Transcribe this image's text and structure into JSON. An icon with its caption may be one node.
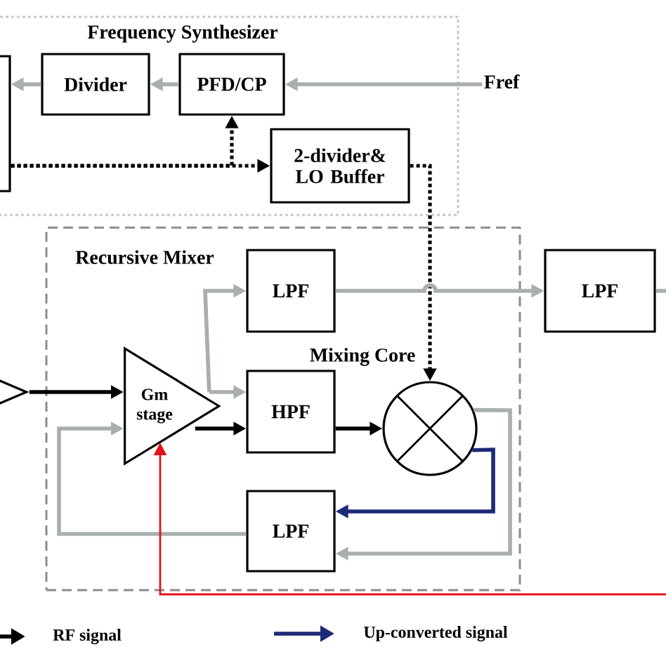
{
  "diagram": {
    "nodes": [
      {
        "text": [
          "Frequency Synthesizer"
        ]
      },
      {
        "text": [
          "Divider"
        ],
        "in": 0
      },
      {
        "text": [
          "PFD/CP"
        ],
        "in": 0
      },
      {
        "text": [
          "2-divider& LO Buffer"
        ],
        "in": 0
      },
      {
        "text": [],
        "shape": "box",
        "in": 0
      },
      {
        "text": [
          "Fref"
        ]
      },
      {
        "text": [
          "Recursive Mixer"
        ]
      },
      {
        "text": [
          "LPF"
        ],
        "in": 6
      },
      {
        "text": [
          "LPF"
        ]
      },
      {
        "text": [
          "Gm stage"
        ],
        "in": 6
      },
      {
        "text": [
          "HPF"
        ],
        "in": 6
      },
      {
        "text": [],
        "shape": "circle",
        "beside": [
          "Mixing Core"
        ],
        "in": 6
      },
      {
        "text": [
          "LPF"
        ],
        "in": 6
      },
      {
        "text": [],
        "shape": "triangle"
      }
    ],
    "edges": [
      {
        "from": 5,
        "to": 2,
        "arrow": "to"
      },
      {
        "from": 2,
        "to": 1,
        "arrow": "to"
      },
      {
        "from": 1,
        "to": 4,
        "arrow": "to"
      },
      {
        "from": 4,
        "to": 3,
        "arrow": "to",
        "style": "dashed",
        "color": "#000000"
      },
      {
        "from": 4,
        "to": 2,
        "arrow": "to",
        "style": "dashed",
        "color": "#000000"
      },
      {
        "from": 3,
        "to": 11,
        "arrow": "to",
        "style": "dashed",
        "color": "#000000"
      },
      {
        "from": 13,
        "to": 9,
        "arrow": "to",
        "color": "#000000"
      },
      {
        "from": 9,
        "to": 7,
        "arrow": "to"
      },
      {
        "from": 9,
        "to": 10,
        "arrow": "to"
      },
      {
        "from": 9,
        "to": 10,
        "arrow": "to",
        "color": "#000000"
      },
      {
        "from": 10,
        "to": 11,
        "arrow": "to",
        "color": "#000000"
      },
      {
        "from": 7,
        "to": 8,
        "arrow": "to"
      },
      {
        "from": 8,
        "to": null,
        "arrow": "none"
      },
      {
        "from": 11,
        "to": 12,
        "arrow": "to",
        "color": "#1c2a78"
      },
      {
        "from": 11,
        "to": 12,
        "arrow": "to"
      },
      {
        "from": 12,
        "to": 9,
        "arrow": "to"
      },
      {
        "from": null,
        "to": 9,
        "arrow": "to",
        "color": "#e3121b"
      }
    ],
    "legend": [
      {
        "text": "RF signal"
      },
      {
        "text": "Up-converted signal"
      }
    ]
  }
}
